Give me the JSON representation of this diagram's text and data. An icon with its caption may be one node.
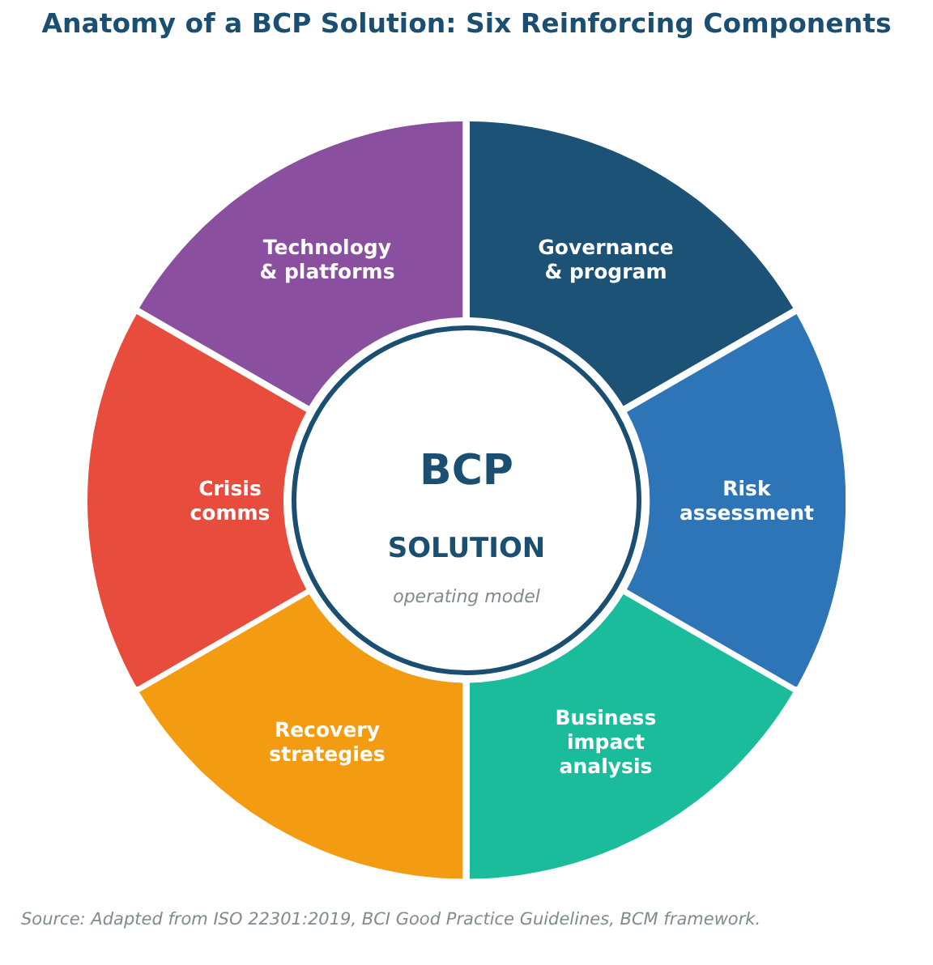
{
  "diagram": {
    "title": "Anatomy of a BCP Solution: Six Reinforcing Components",
    "caption": "Source: Adapted from ISO 22301:2019, BCI Good Practice Guidelines, BCM framework.",
    "nodes": [
      {
        "text": [
          "Governance & program"
        ]
      },
      {
        "text": [
          "Risk assessment"
        ]
      },
      {
        "text": [
          "Business impact analysis"
        ]
      },
      {
        "text": [
          "Recovery strategies"
        ]
      },
      {
        "text": [
          "Crisis comms"
        ]
      },
      {
        "text": [
          "Technology & platforms"
        ]
      },
      {
        "text": [
          "BCP",
          "SOLUTION",
          "operating model"
        ]
      }
    ]
  }
}
